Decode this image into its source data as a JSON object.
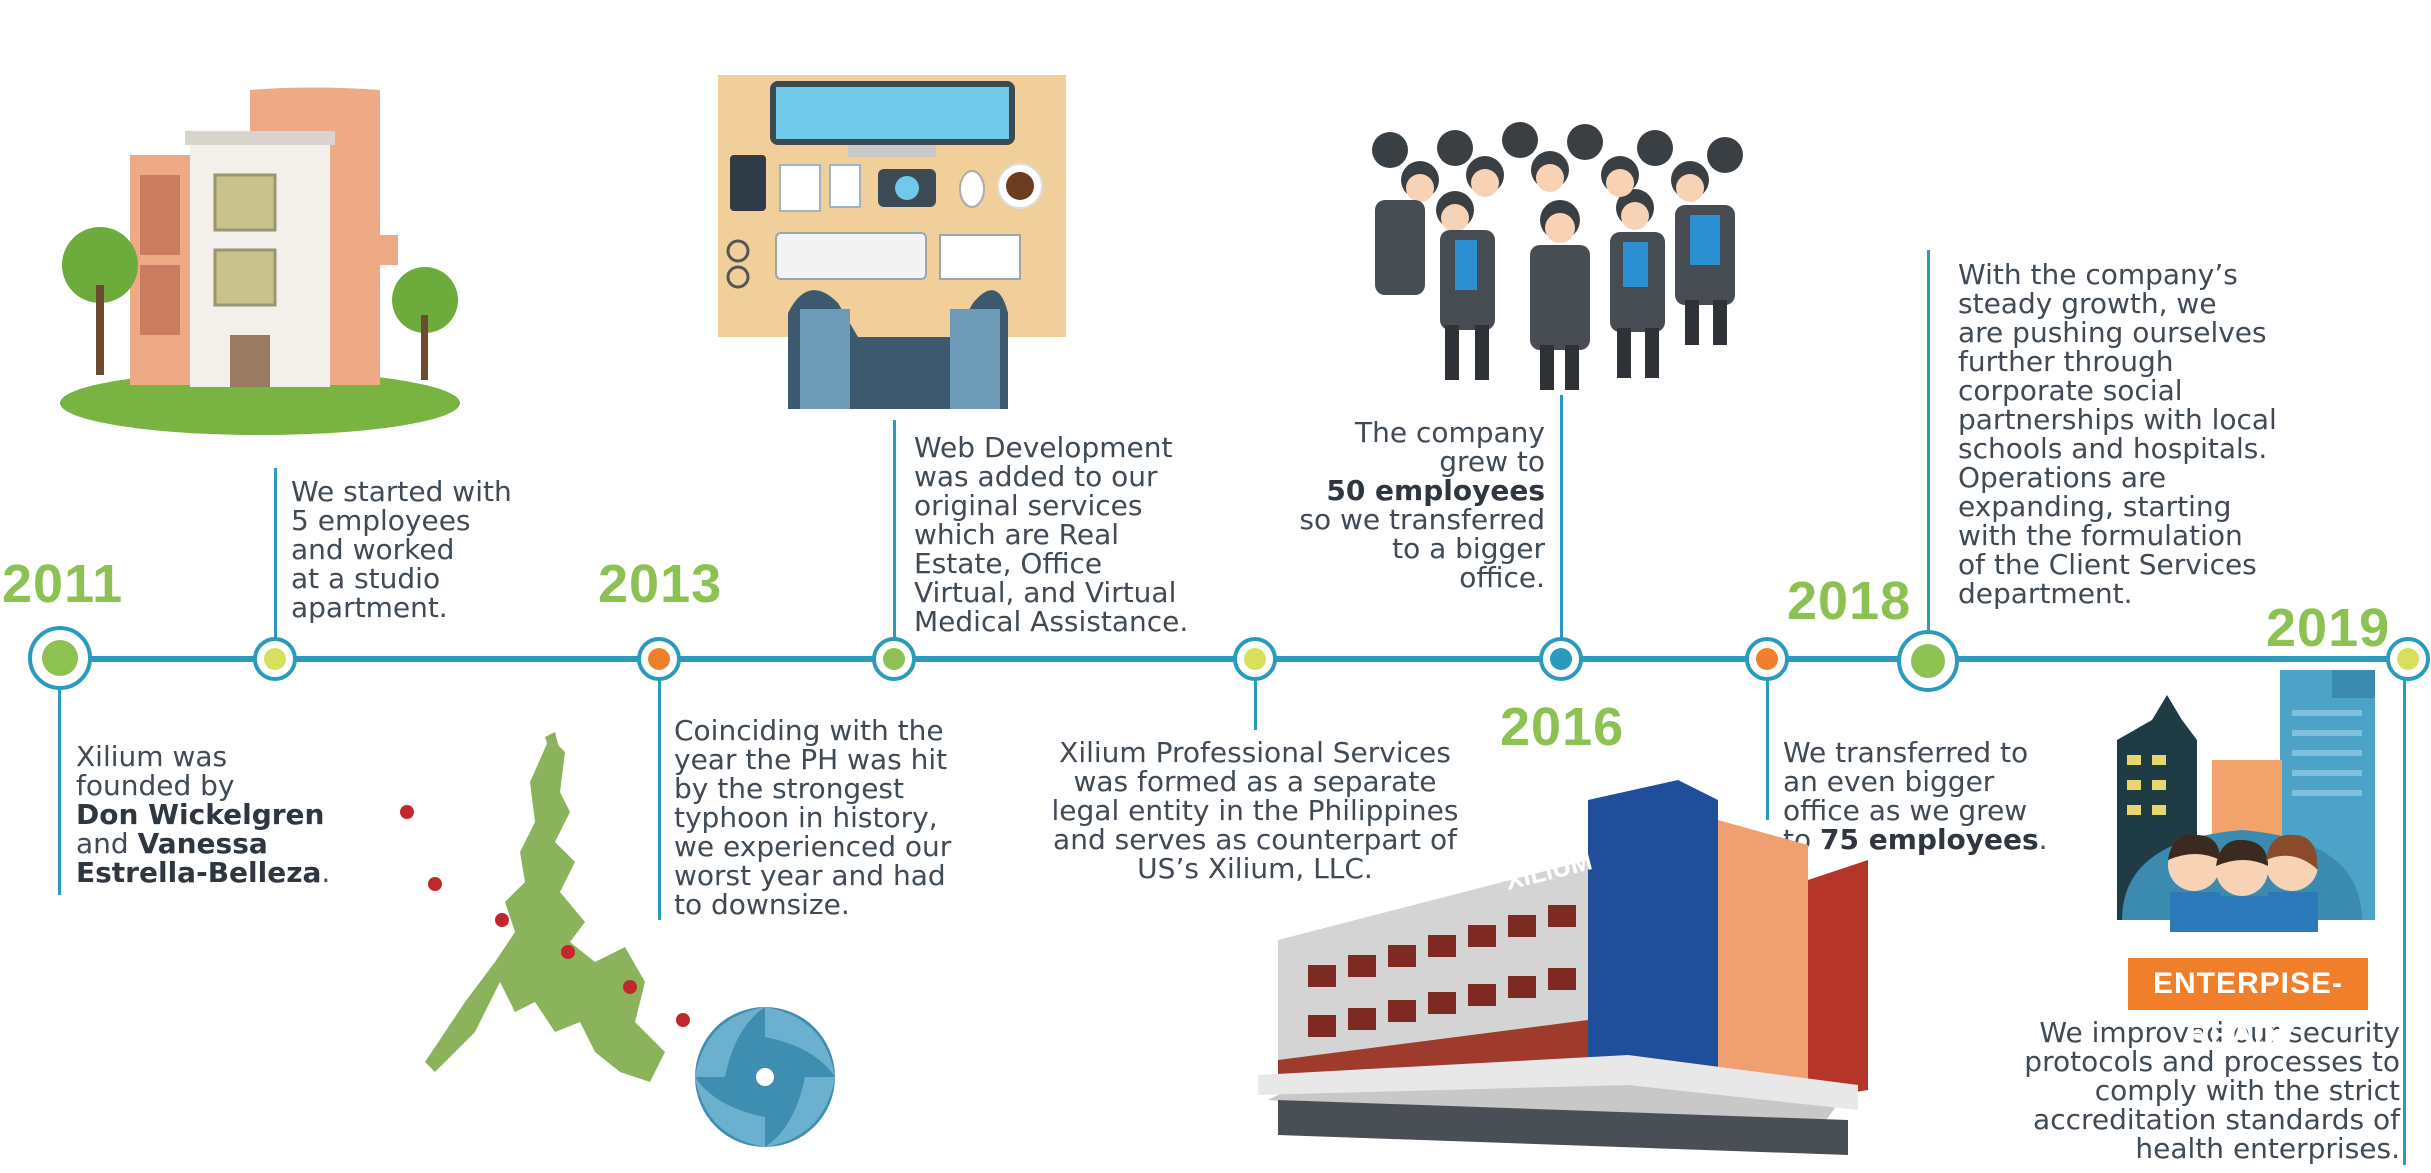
{
  "milestones": [
    {
      "year": "2011",
      "lines": [
        "Xilium was",
        "founded by"
      ],
      "bold1": "Don Wickelgren",
      "mid": "and",
      "bold2": "Vanessa",
      "bold3": "Estrella-Belleza",
      "end": "."
    },
    {
      "lines": [
        "We started with",
        "5 employees",
        "and worked",
        "at a studio",
        "apartment."
      ]
    },
    {
      "year": "2013",
      "lines": [
        "Coinciding with the",
        "year the PH was hit",
        "by the strongest",
        "typhoon in history,",
        "we experienced our",
        "worst year and had",
        "to downsize."
      ]
    },
    {
      "lines": [
        "Web Development",
        "was added to our",
        "original services",
        "which are Real",
        "Estate, Office",
        "Virtual, and Virtual",
        "Medical Assistance."
      ]
    },
    {
      "lines": [
        "Xilium Professional Services",
        "was formed as a separate",
        "legal entity in the Philippines",
        "and serves as counterpart of",
        "US’s Xilium, LLC."
      ]
    },
    {
      "year": "2016",
      "lines": [
        "The company",
        "grew to"
      ],
      "bold": "50 employees",
      "after": [
        "so we transferred",
        "to a bigger",
        "office."
      ]
    },
    {
      "lines": [
        "We transferred to",
        "an even bigger",
        "office as we grew"
      ],
      "pre": "to ",
      "bold": "75 employees",
      "end": "."
    },
    {
      "year": "2018",
      "lines": [
        "With the company’s",
        "steady growth,  we",
        "are pushing ourselves",
        "further through",
        "corporate social",
        "partnerships with local",
        "schools and hospitals.",
        "Operations are",
        "expanding, starting",
        "with the formulation",
        "of the Client Services",
        "department."
      ]
    },
    {
      "year": "2019",
      "lines": [
        "We improved our security",
        "protocols and processes to",
        "comply with the strict",
        "accreditation standards of",
        "health enterprises."
      ],
      "badge": "ENTERPISE-READY!"
    }
  ],
  "building_sign": "XILIUM",
  "colors": {
    "green": "#8dc152",
    "blue": "#2b9bbd",
    "orange": "#f07f2b",
    "yellow": "#d7e05a",
    "text": "#3f4a55"
  }
}
